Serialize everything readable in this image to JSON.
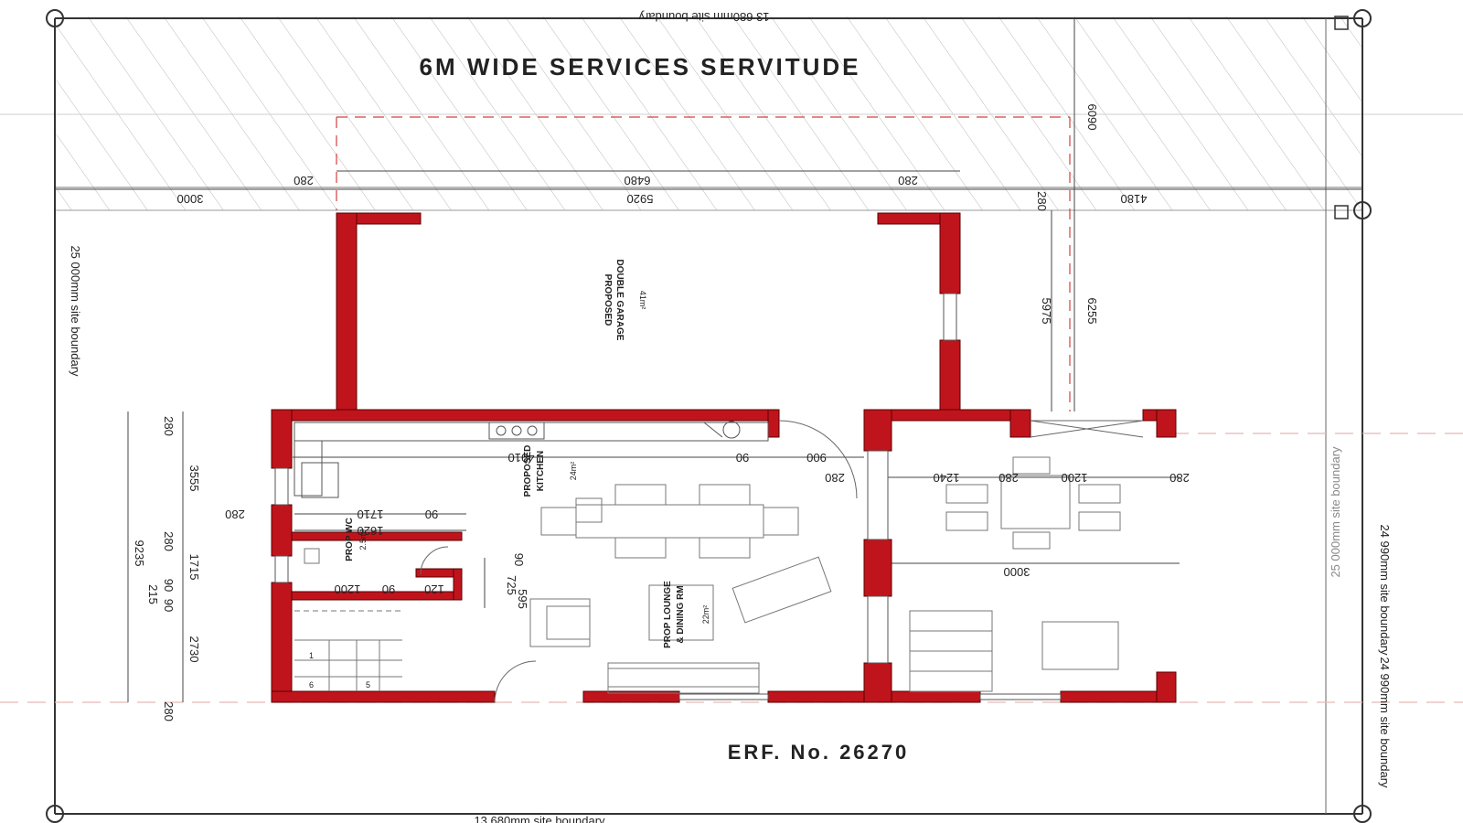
{
  "title": "6M WIDE SERVICES SERVITUDE",
  "erf_label": "ERF. No. 26270",
  "colors": {
    "wall_red": "#c0141c",
    "line": "#333333",
    "hatch": "#bbbbbb",
    "dash_red": "#d04040"
  },
  "boundaries": {
    "top": "13 680mm site boundary",
    "left": "25 000mm site boundary",
    "right_a": "25 000mm site boundary",
    "right_b": "24 990mm site boundary",
    "right_c": "24 990mm site boundary",
    "bottom": "13 680mm site boundary"
  },
  "rooms": {
    "garage": {
      "name1": "PROPOSED",
      "name2": "DOUBLE GARAGE",
      "area": "41m²"
    },
    "kitchen": {
      "name1": "PROPOSED",
      "name2": "KITCHEN",
      "area": "24m²"
    },
    "wc": {
      "name": "PROP WC",
      "area": "2.5m²"
    },
    "lounge": {
      "name1": "PROP LOUNGE",
      "name2": "& DINING RM",
      "area": "22m²"
    }
  },
  "dims": {
    "d3000_top": "3000",
    "d280_a": "280",
    "d6480": "6480",
    "d5920": "5920",
    "d280_b": "280",
    "d4180": "4180",
    "d6090": "6090",
    "d280_c": "280",
    "d5975": "5975",
    "d6255": "6255",
    "d4910": "4910",
    "d90_a": "90",
    "d900": "900",
    "d280_d": "280",
    "d1240": "1240",
    "d280_e": "280",
    "d1200": "1200",
    "d280_f": "280",
    "d3000_mid": "3000",
    "d280_g": "280",
    "d1710": "1710",
    "d90_b": "90",
    "d1620": "1620",
    "d280_left1": "280",
    "d3555": "3555",
    "d280_left2": "280",
    "d1715": "1715",
    "d90_c": "90",
    "d215": "215",
    "d90_d": "90",
    "d2730": "2730",
    "d280_left3": "280",
    "d9235": "9235",
    "d1200_wc": "1200",
    "d90_wc": "90",
    "d120": "120",
    "d725": "725",
    "d90_e": "90",
    "d595": "595",
    "stair_1": "1",
    "stair_5": "5",
    "stair_6": "6"
  }
}
